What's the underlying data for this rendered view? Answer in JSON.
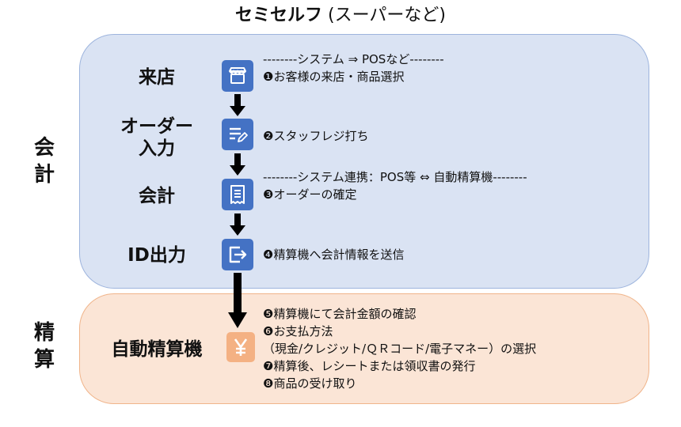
{
  "title": {
    "main": "セミセルフ",
    "sub": " (スーパーなど)"
  },
  "sections": {
    "kaikei": {
      "chars": [
        "会",
        "計"
      ]
    },
    "seisan": {
      "chars": [
        "精",
        "算"
      ]
    }
  },
  "steps": [
    {
      "label_lines": [
        "来店"
      ],
      "icon": "shop-icon",
      "desc": [
        "--------システム ⇒ POSなど--------",
        "❶お客様の来店・商品選択"
      ]
    },
    {
      "label_lines": [
        "オーダー",
        "入力"
      ],
      "icon": "note-edit-icon",
      "desc": [
        "❷スタッフレジ打ち"
      ]
    },
    {
      "label_lines": [
        "会計"
      ],
      "icon": "receipt-icon",
      "desc": [
        "--------システム連携：POS等 ⇔ 自動精算機--------",
        "❸オーダーの確定"
      ]
    },
    {
      "label_lines": [
        "ID出力"
      ],
      "icon": "export-icon",
      "desc": [
        "❹精算機へ会計情報を送信"
      ]
    },
    {
      "label_lines": [
        "自動精算機"
      ],
      "icon": "yen-icon",
      "desc": [
        "❺精算機にて会計金額の確認",
        "❻お支払方法",
        "（現金/クレジット/ＱＲコード/電子マネー）の選択",
        "❼精算後、レシートまたは領収書の発行",
        "❽商品の受け取り"
      ]
    }
  ],
  "colors": {
    "blue_panel": "#dae3f3",
    "orange_panel": "#fbe5d6",
    "icon_blue": "#4472c4",
    "icon_orange": "#f4b183"
  }
}
